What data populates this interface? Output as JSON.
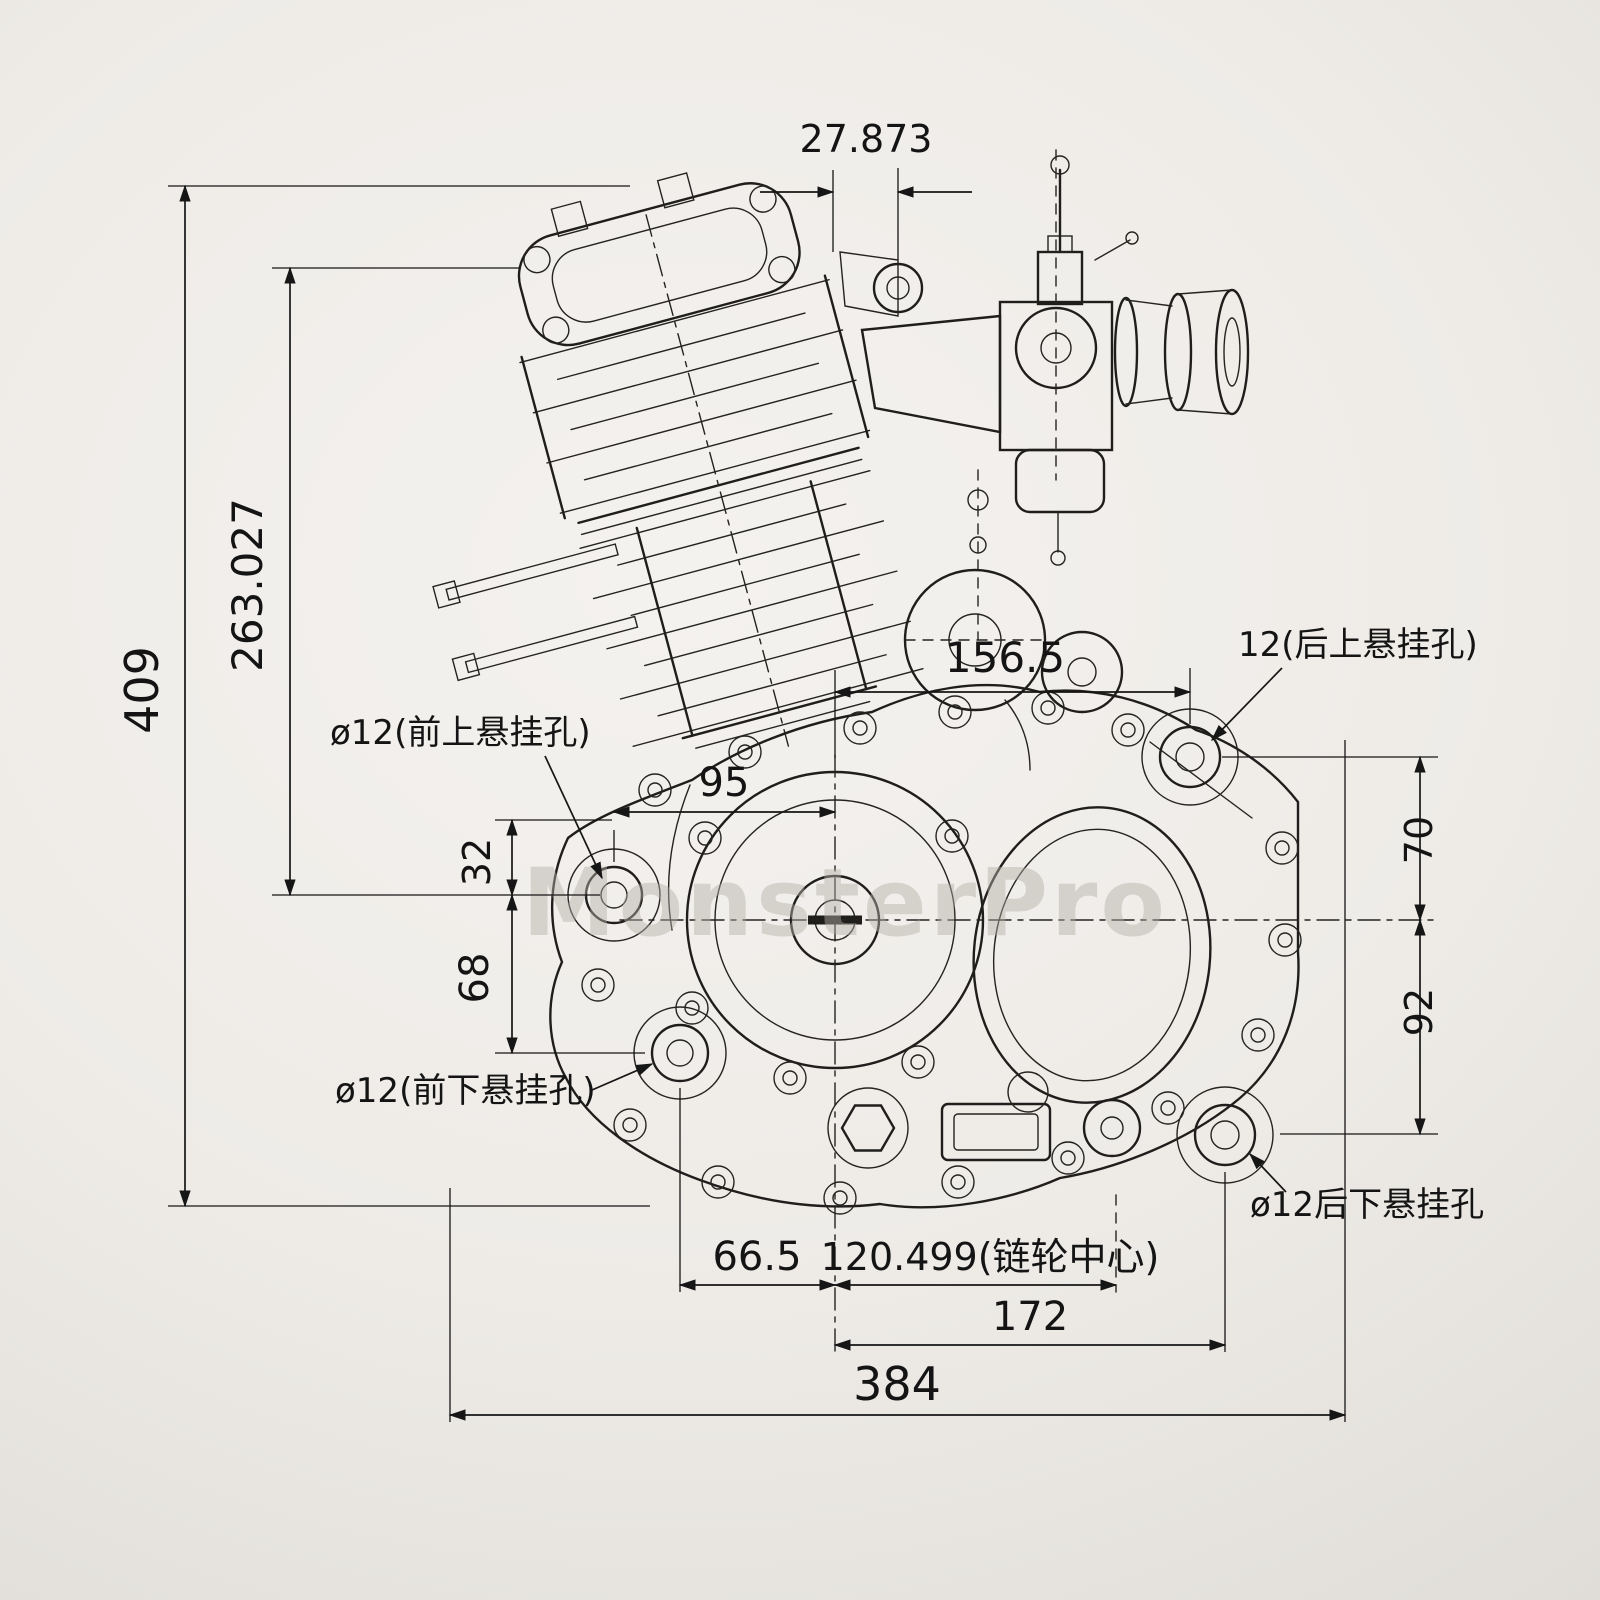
{
  "document": {
    "watermark": "MonsterPro"
  },
  "drawing": {
    "type": "motorcycle-engine-dimension-drawing",
    "units": "mm",
    "labels": {
      "dim_top_offset": "27.873",
      "dim_total_height": "409",
      "dim_head_to_front_upper_mount": "263.027",
      "dim_crank_to_rear_upper_mount": "156.5",
      "label_front_upper_hole": "ø12(前上悬挂孔)",
      "dim_front_upper_to_crank": "95",
      "dim_boss_gap": "32",
      "dim_front_mount_vertical": "68",
      "label_front_lower_hole": "ø12(前下悬挂孔)",
      "label_rear_upper_hole": "12(后上悬挂孔)",
      "dim_rear_upper_to_centerline": "70",
      "dim_centerline_to_case_bottom": "92",
      "label_rear_lower_hole": "ø12后下悬挂孔",
      "dim_front_lower_to_crank": "66.5",
      "dim_sprocket_center": "120.499(链轮中心)",
      "dim_crank_to_rear_lower": "172",
      "dim_total_width": "384"
    }
  }
}
